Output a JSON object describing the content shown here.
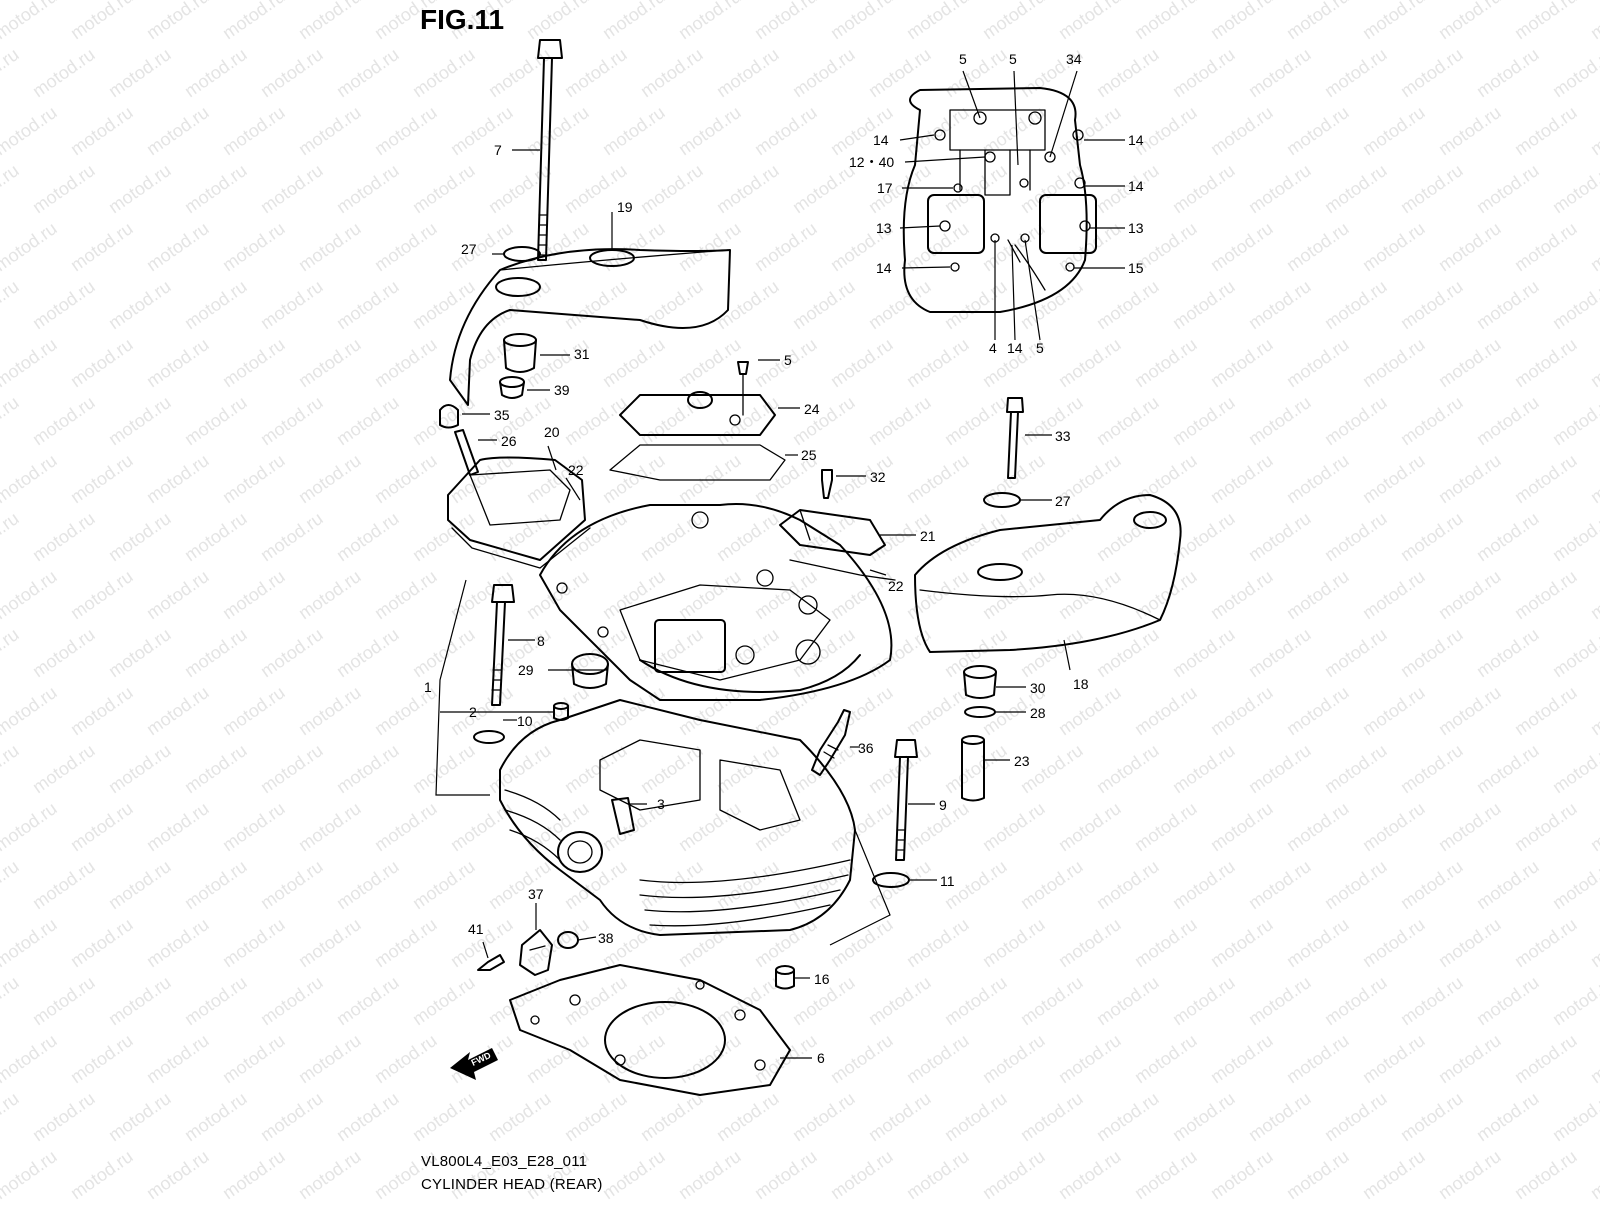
{
  "figure": {
    "title": "FIG.11",
    "code": "VL800L4_E03_E28_011",
    "name": "CYLINDER HEAD (REAR)",
    "watermark": "motod.ru",
    "fwd_label": "FWD"
  },
  "callouts": {
    "c1": "1",
    "c2": "2",
    "c3": "3",
    "c4": "4",
    "c5a": "5",
    "c5b": "5",
    "c5c": "5",
    "c5d": "5",
    "c6": "6",
    "c7": "7",
    "c8": "8",
    "c9": "9",
    "c10": "10",
    "c11": "11",
    "c12_40": "12・40",
    "c13a": "13",
    "c13b": "13",
    "c14a": "14",
    "c14b": "14",
    "c14c": "14",
    "c14d": "14",
    "c14e": "14",
    "c15": "15",
    "c16": "16",
    "c17": "17",
    "c18": "18",
    "c19": "19",
    "c20": "20",
    "c21": "21",
    "c22a": "22",
    "c22b": "22",
    "c23": "23",
    "c24": "24",
    "c25": "25",
    "c26": "26",
    "c27a": "27",
    "c27b": "27",
    "c28": "28",
    "c29": "29",
    "c30": "30",
    "c31": "31",
    "c32": "32",
    "c33": "33",
    "c34": "34",
    "c35": "35",
    "c36": "36",
    "c37": "37",
    "c38": "38",
    "c39": "39",
    "c41": "41"
  },
  "colors": {
    "ink": "#000000",
    "watermark": "#e4e4e4",
    "background": "#ffffff"
  }
}
